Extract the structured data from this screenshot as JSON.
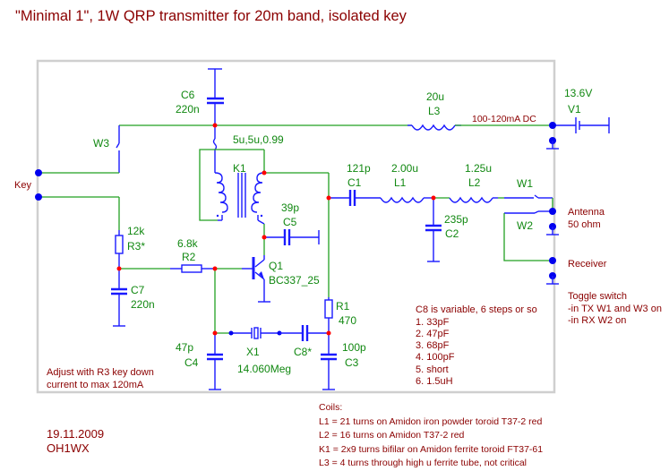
{
  "title": "\"Minimal 1\", 1W QRP transmitter for 20m band, isolated key",
  "components": {
    "C6": {
      "ref": "C6",
      "value": "220n"
    },
    "L3": {
      "ref": "L3",
      "value": "20u"
    },
    "V1": {
      "ref": "V1",
      "value": "13.6V"
    },
    "K1": {
      "ref": "K1",
      "value": "5u,5u,0.99"
    },
    "W3": {
      "ref": "W3"
    },
    "W1": {
      "ref": "W1"
    },
    "W2": {
      "ref": "W2"
    },
    "C1": {
      "ref": "C1",
      "value": "121p"
    },
    "L1": {
      "ref": "L1",
      "value": "2.00u"
    },
    "L2": {
      "ref": "L2",
      "value": "1.25u"
    },
    "C2": {
      "ref": "C2",
      "value": "235p"
    },
    "C5": {
      "ref": "C5",
      "value": "39p"
    },
    "R3": {
      "ref": "R3*",
      "value": "12k"
    },
    "R2": {
      "ref": "R2",
      "value": "6.8k"
    },
    "Q1": {
      "ref": "Q1",
      "value": "BC337_25"
    },
    "C7": {
      "ref": "C7",
      "value": "220n"
    },
    "R1": {
      "ref": "R1",
      "value": "470"
    },
    "C4": {
      "ref": "C4",
      "value": "47p"
    },
    "X1": {
      "ref": "X1",
      "value": "14.060Meg"
    },
    "C8": {
      "ref": "C8*"
    },
    "C3": {
      "ref": "C3",
      "value": "100p"
    }
  },
  "ports": {
    "key": "Key",
    "antenna_line1": "Antenna",
    "antenna_line2": "50 ohm",
    "receiver": "Receiver"
  },
  "notes": {
    "dc_current": "100-120mA DC",
    "toggle": [
      "Toggle switch",
      "-in TX W1 and W3 on",
      "-in RX W2 on"
    ],
    "adjust": [
      "Adjust with R3 key down",
      "current to max 120mA"
    ],
    "c8_title": "C8 is variable, 6 steps or so",
    "c8_steps": [
      "1. 33pF",
      "2. 47pF",
      "3. 68pF",
      "4. 100pF",
      "5. short",
      "6. 1.5uH"
    ]
  },
  "footer": {
    "date": "19.11.2009",
    "callsign": "OH1WX",
    "coils_title": "Coils:",
    "coils": [
      "L1 = 21 turns on Amidon iron powder toroid T37-2 red",
      "L2 = 16 turns on Amidon  T37-2 red",
      "K1 = 2x9 turns bifilar on Amidon ferrite toroid FT37-61",
      "L3 = 4 turns through high u ferrite tube, not critical"
    ]
  }
}
